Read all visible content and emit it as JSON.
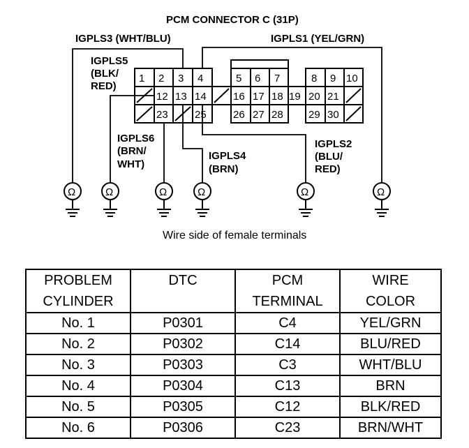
{
  "diagram": {
    "title": "PCM CONNECTOR C (31P)",
    "caption": "Wire side of female terminals",
    "labels": {
      "igpls3": "IGPLS3 (WHT/BLU)",
      "igpls1": "IGPLS1 (YEL/GRN)",
      "igpls5_l1": "IGPLS5",
      "igpls5_l2": "(BLK/",
      "igpls5_l3": "RED)",
      "igpls6_l1": "IGPLS6",
      "igpls6_l2": "(BRN/",
      "igpls6_l3": "WHT)",
      "igpls4_l1": "IGPLS4",
      "igpls4_l2": "(BRN)",
      "igpls2_l1": "IGPLS2",
      "igpls2_l2": "(BLU/",
      "igpls2_l3": "RED)"
    },
    "pins": [
      "1",
      "2",
      "3",
      "4",
      "5",
      "6",
      "7",
      "8",
      "9",
      "10",
      "12",
      "13",
      "14",
      "16",
      "17",
      "18",
      "19",
      "20",
      "21",
      "23",
      "25",
      "26",
      "27",
      "28",
      "29",
      "30"
    ],
    "meter_icon": "Ω"
  },
  "table": {
    "headers": [
      [
        "PROBLEM",
        "CYLINDER"
      ],
      [
        "DTC",
        ""
      ],
      [
        "PCM",
        "TERMINAL"
      ],
      [
        "WIRE",
        "COLOR"
      ]
    ],
    "rows": [
      [
        "No. 1",
        "P0301",
        "C4",
        "YEL/GRN"
      ],
      [
        "No. 2",
        "P0302",
        "C14",
        "BLU/RED"
      ],
      [
        "No. 3",
        "P0303",
        "C3",
        "WHT/BLU"
      ],
      [
        "No. 4",
        "P0304",
        "C13",
        "BRN"
      ],
      [
        "No. 5",
        "P0305",
        "C12",
        "BLK/RED"
      ],
      [
        "No. 6",
        "P0306",
        "C23",
        "BRN/WHT"
      ]
    ]
  }
}
